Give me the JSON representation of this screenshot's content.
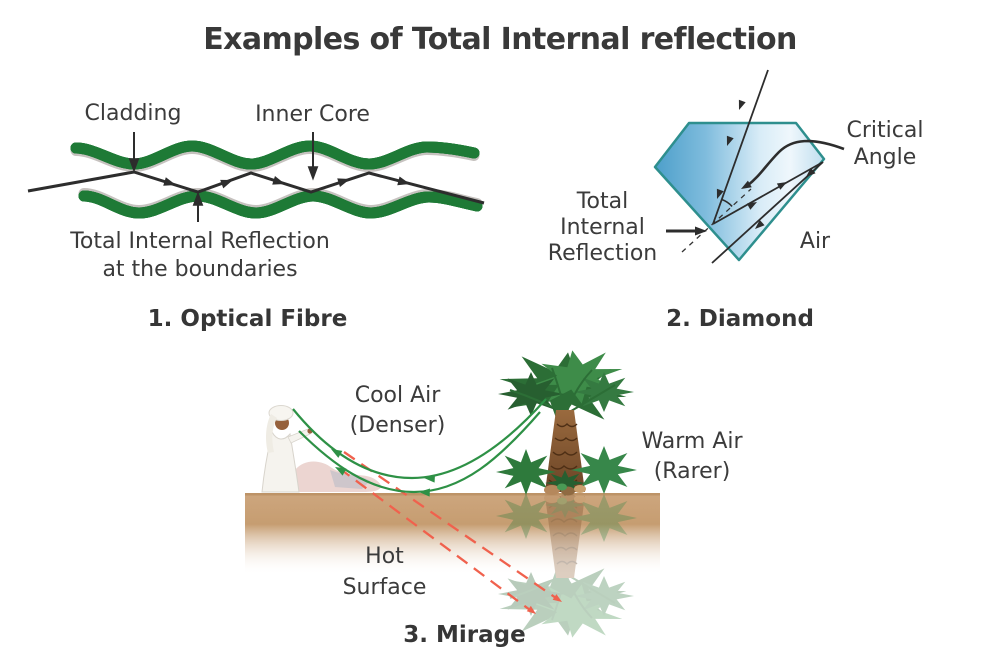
{
  "page": {
    "title": "Examples of Total Internal reflection"
  },
  "optical_fibre": {
    "caption": "1. Optical Fibre",
    "label_cladding": "Cladding",
    "label_inner_core": "Inner Core",
    "label_tir_line1": "Total Internal Reflection",
    "label_tir_line2": "at the boundaries"
  },
  "diamond": {
    "caption": "2. Diamond",
    "label_critical_line1": "Critical",
    "label_critical_line2": "Angle",
    "label_tir_line1": "Total",
    "label_tir_line2": "Internal",
    "label_tir_line3": "Reflection",
    "label_air": "Air"
  },
  "mirage": {
    "caption": "3. Mirage",
    "label_cool_line1": "Cool Air",
    "label_cool_line2": "(Denser)",
    "label_warm_line1": "Warm Air",
    "label_warm_line2": "(Rarer)",
    "label_hot_line1": "Hot",
    "label_hot_line2": "Surface"
  },
  "colors": {
    "text": "#3b3b3b",
    "ray_black": "#2d2d2d",
    "fibre_tube_dark_green": "#1e7a36",
    "fibre_tube_mid_green": "#47a65c",
    "fibre_tube_light_green": "#8fd19a",
    "diamond_border_teal": "#2e8f8e",
    "diamond_blue_dark": "#4d9fca",
    "diamond_blue_light": "#eff7fc",
    "mirage_ray_green": "#2e9146",
    "mirage_ray_red": "#f0614d",
    "ground_tan": "#cda67e",
    "palm_frond_green": "#2c6e36",
    "palm_trunk_brown": "#8a5a33"
  }
}
